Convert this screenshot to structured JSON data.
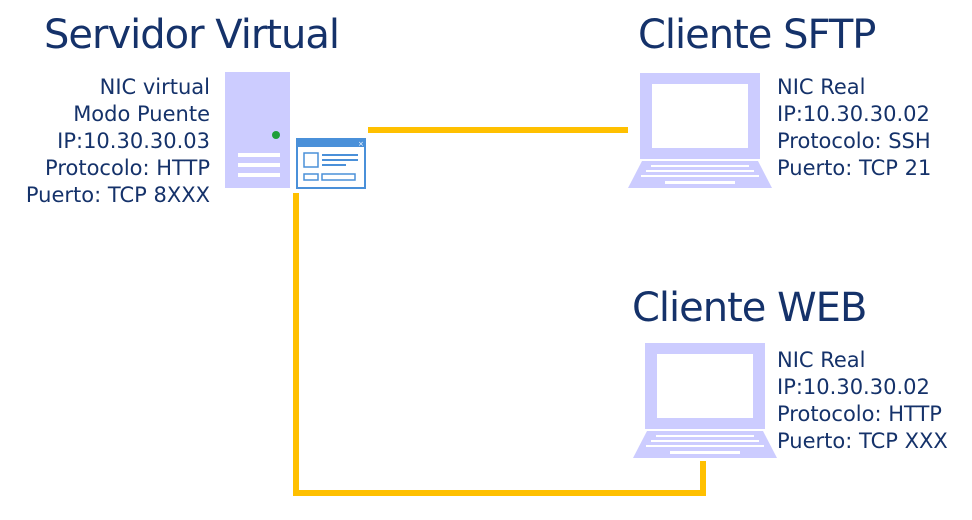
{
  "server": {
    "title": "Servidor Virtual",
    "lines": [
      "NIC virtual",
      "Modo Puente",
      "IP:10.30.30.03",
      "Protocolo: HTTP",
      "Puerto: TCP 8XXX"
    ]
  },
  "sftp": {
    "title": "Cliente SFTP",
    "lines": [
      "NIC Real",
      "IP:10.30.30.02",
      "Protocolo: SSH",
      "Puerto: TCP 21"
    ]
  },
  "web": {
    "title": "Cliente WEB",
    "lines": [
      "NIC Real",
      "IP:10.30.30.02",
      "Protocolo: HTTP",
      "Puerto: TCP XXX"
    ]
  },
  "colors": {
    "text": "#15326a",
    "device": "#ccccff",
    "connector": "#ffc000",
    "window": "#4a90d9",
    "led": "#1e9e3a"
  },
  "icons": [
    "server-icon",
    "window-icon",
    "laptop-icon"
  ]
}
